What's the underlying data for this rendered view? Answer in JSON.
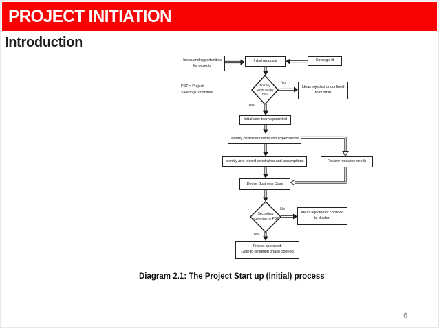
{
  "slide": {
    "banner_title": "PROJECT INITIATION",
    "section_heading": "Introduction",
    "caption": "Diagram 2.1: The Project Start up (Initial) process",
    "page_number": "6",
    "banner_color": "#fa0202",
    "box_border_color": "#222222"
  },
  "flowchart": {
    "legend": {
      "line1": "PST = Project",
      "line2": "Steering Committee"
    },
    "labels": {
      "yes": "Yes",
      "no": "No"
    },
    "nodes": {
      "ideas": {
        "line1": "Ideas and opportunities",
        "line2": "for projects"
      },
      "initial_proposal": "Initial proposal",
      "strategic_fit": "Strategic fit",
      "primary_screening": "Primary screening by PST",
      "rejected_top": {
        "line1": "Ideas rejected or confined",
        "line2": "to dustbin"
      },
      "core_team": "Initial core team appointed",
      "customer_needs": "Identify customer needs and expectations",
      "constraints": "Identify and record constraints and assumptions",
      "review_resources": "Review resource needs",
      "business_case": "Derive Business Case",
      "secondary_screening": "Secondary screening by PST",
      "rejected_bottom": {
        "line1": "Ideas rejected or confined",
        "line2": "to dustbin"
      },
      "approved": {
        "line1": "Project approved.",
        "line2": "Gate to definition phase opened"
      }
    },
    "edges": [
      {
        "from": "ideas",
        "to": "initial_proposal"
      },
      {
        "from": "strategic_fit",
        "to": "initial_proposal"
      },
      {
        "from": "initial_proposal",
        "to": "primary_screening"
      },
      {
        "from": "primary_screening",
        "to": "rejected_top",
        "label": "No"
      },
      {
        "from": "primary_screening",
        "to": "core_team",
        "label": "Yes"
      },
      {
        "from": "core_team",
        "to": "customer_needs"
      },
      {
        "from": "customer_needs",
        "to": "constraints"
      },
      {
        "from": "customer_needs",
        "to": "review_resources"
      },
      {
        "from": "constraints",
        "to": "business_case"
      },
      {
        "from": "review_resources",
        "to": "business_case"
      },
      {
        "from": "business_case",
        "to": "secondary_screening"
      },
      {
        "from": "secondary_screening",
        "to": "rejected_bottom",
        "label": "No"
      },
      {
        "from": "secondary_screening",
        "to": "approved",
        "label": "Yes"
      }
    ]
  }
}
